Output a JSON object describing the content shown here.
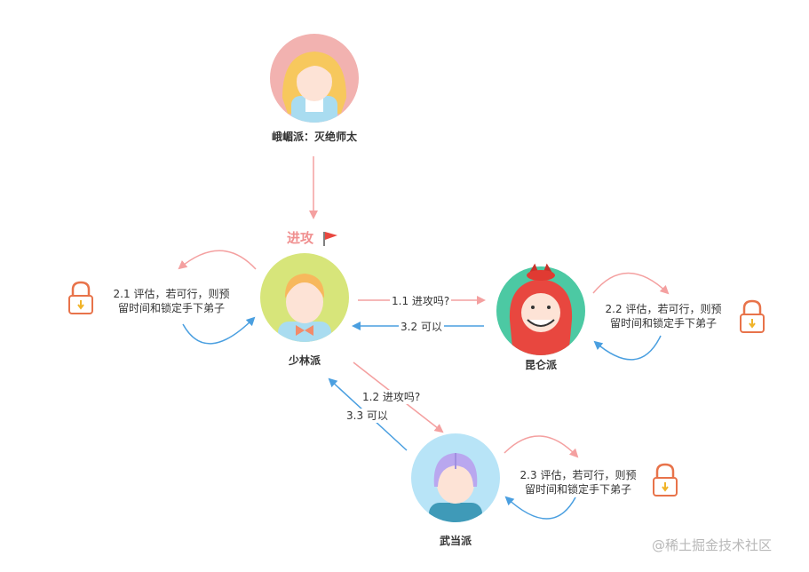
{
  "nodes": {
    "emei": "峨嵋派：灭绝师太",
    "shaolin": "少林派",
    "kunlun": "昆仑派",
    "wudang": "武当派"
  },
  "attack_label": "进攻",
  "edges": {
    "q_kunlun": "1.1 进攻吗?",
    "a_kunlun": "3.2 可以",
    "q_wudang": "1.2 进攻吗?",
    "a_wudang": "3.3 可以"
  },
  "evaluations": {
    "shaolin": [
      "2.1 评估，若可行，则预",
      "留时间和锁定手下弟子"
    ],
    "kunlun": [
      "2.2 评估，若可行，则预",
      "留时间和锁定手下弟子"
    ],
    "wudang": [
      "2.3 评估，若可行，则预",
      "留时间和锁定手下弟子"
    ]
  },
  "watermark": "@稀土掘金技术社区",
  "colors": {
    "request_arrow": "#f4a0a0",
    "reply_arrow": "#4a9fe0",
    "lock": "#e8734a"
  }
}
